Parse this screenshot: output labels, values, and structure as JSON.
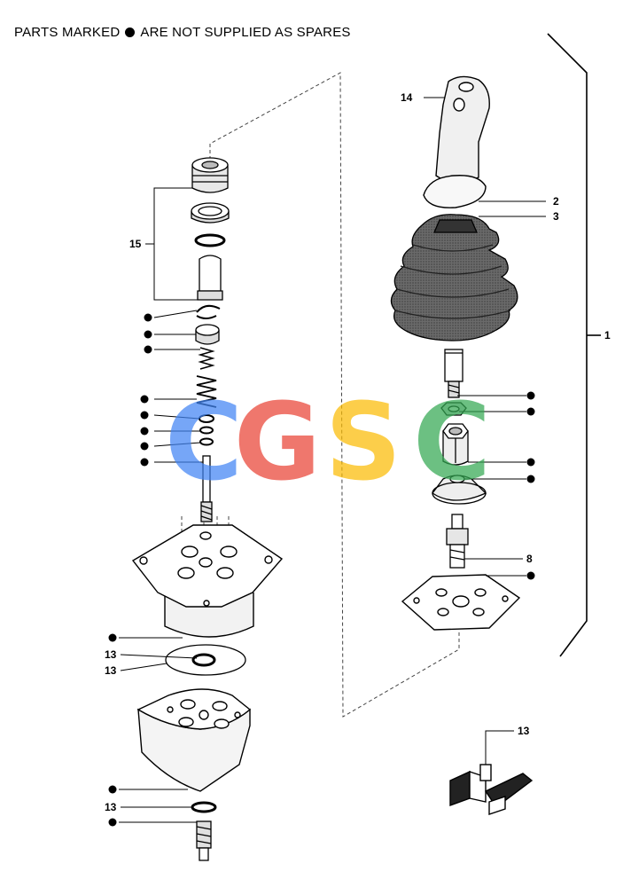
{
  "header": {
    "text_before": "PARTS MARKED",
    "text_after": "ARE NOT SUPPLIED AS SPARES"
  },
  "callouts": {
    "c1": "1",
    "c2": "2",
    "c3": "3",
    "c8": "8",
    "c13a": "13",
    "c13b": "13",
    "c13c": "13",
    "c13d": "13",
    "c14": "14",
    "c15": "15"
  },
  "watermark": {
    "letters": [
      "C",
      "G",
      "S",
      "C"
    ],
    "colors": [
      "#4285F4",
      "#EA4335",
      "#FBBC05",
      "#34A853"
    ]
  },
  "marker_icon": "filled-circle-bullet"
}
